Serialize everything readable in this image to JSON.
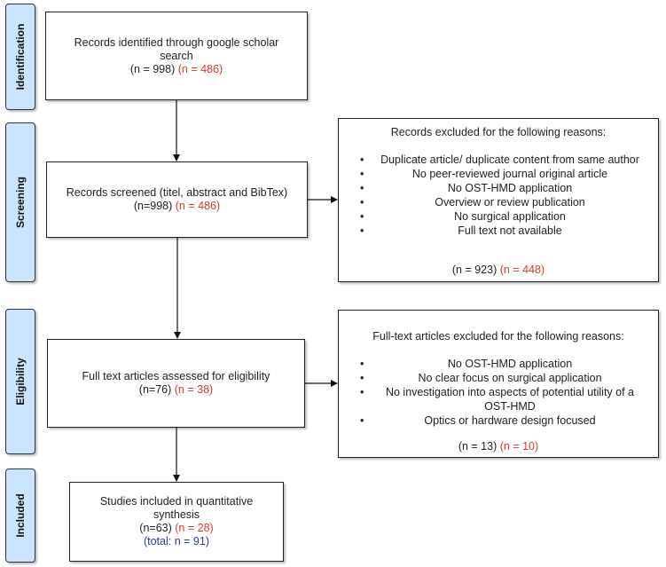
{
  "stages": {
    "identification": "Identification",
    "screening": "Screening",
    "eligibility": "Eligibility",
    "included": "Included"
  },
  "identified": {
    "line1": "Records identified through google scholar",
    "line2": "search",
    "count": "(n = 998)",
    "count_red": "(n = 486)"
  },
  "screened": {
    "line1": "Records screened (titel, abstract and BibTex)",
    "count": "(n=998)",
    "count_red": "(n = 486)"
  },
  "excluded_records": {
    "title": "Records excluded for the following reasons:",
    "reasons": [
      "Duplicate article/ duplicate content from same author",
      "No peer-reviewed journal original article",
      "No OST-HMD application",
      "Overview or review publication",
      "No surgical application",
      "Full text not available"
    ],
    "count": "(n = 923)",
    "count_red": "(n = 448)"
  },
  "assessed": {
    "line1": "Full text articles assessed for eligibility",
    "count": "(n=76)",
    "count_red": "(n = 38)"
  },
  "excluded_fulltext": {
    "title": "Full-text articles excluded for the following reasons:",
    "reasons": [
      "No OST-HMD application",
      "No clear focus on surgical application",
      "No investigation into aspects of potential utility of a OST-HMD",
      "Optics or hardware design focused"
    ],
    "count": "(n = 13)",
    "count_red": "(n = 10)"
  },
  "included": {
    "line1": "Studies included in quantitative",
    "line2": "synthesis",
    "count": "(n=63)",
    "count_red": "(n = 28)",
    "total": "(total: n = 91)"
  },
  "colors": {
    "stage_fill": "#cce5ff",
    "highlight_red": "#e0362c",
    "total_blue": "#2b3a9c"
  }
}
